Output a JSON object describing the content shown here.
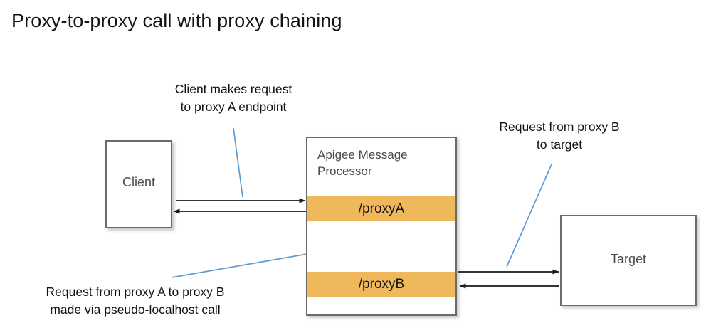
{
  "title": "Proxy-to-proxy call with proxy chaining",
  "colors": {
    "proxy_bar": "#efb85a",
    "box_border": "#6b6b6b",
    "node_text": "#4a4a4a",
    "arrow": "#1a1a1a",
    "leader_line": "#5b9bd5",
    "background": "#ffffff"
  },
  "nodes": {
    "client": {
      "label": "Client"
    },
    "target": {
      "label": "Target"
    },
    "message_processor": {
      "title": "Apigee Message\nProcessor",
      "proxy_a": "/proxyA",
      "proxy_b": "/proxyB"
    }
  },
  "annotations": {
    "client_request": "Client makes request\nto proxy A endpoint",
    "proxyb_to_target": "Request from proxy B\nto target",
    "proxya_to_proxyb": "Request from proxy A to proxy B\nmade via pseudo-localhost call"
  },
  "flows": [
    {
      "name": "client-to-proxya",
      "from": "Client",
      "to": "/proxyA",
      "direction": "right"
    },
    {
      "name": "proxya-to-client",
      "from": "/proxyA",
      "to": "Client",
      "direction": "left"
    },
    {
      "name": "proxya-to-proxyb",
      "from": "/proxyA",
      "to": "/proxyB",
      "direction": "down"
    },
    {
      "name": "proxyb-to-proxya",
      "from": "/proxyB",
      "to": "/proxyA",
      "direction": "up"
    },
    {
      "name": "proxyb-to-target",
      "from": "/proxyB",
      "to": "Target",
      "direction": "right"
    },
    {
      "name": "target-to-proxyb",
      "from": "Target",
      "to": "/proxyB",
      "direction": "left"
    }
  ]
}
